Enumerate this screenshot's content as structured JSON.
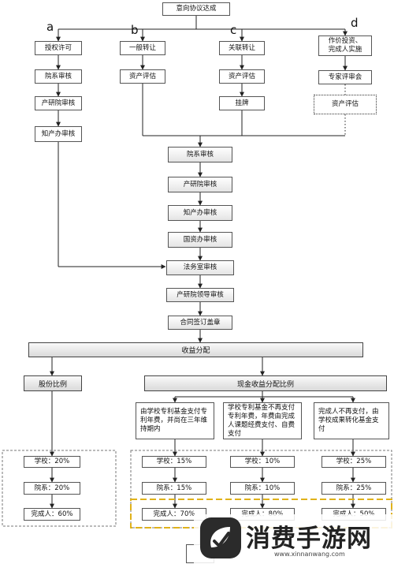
{
  "diagram": {
    "top": "意向协议达成",
    "letters": [
      "a",
      "b",
      "c",
      "d"
    ],
    "col_a": [
      "授权许可",
      "院系审核",
      "产研院审核",
      "知产办审核"
    ],
    "col_b": [
      "一般转让",
      "资产评估"
    ],
    "col_c": [
      "关联转让",
      "资产评估",
      "挂牌"
    ],
    "col_d": [
      "作价投资、\n完成人实施",
      "专家评审会",
      "资产评估"
    ],
    "center": [
      "院系审核",
      "产研院审核",
      "知产办审核",
      "国资办审核",
      "法务室审核",
      "产研院领导审核",
      "合同签订盖章"
    ],
    "distribution": "收益分配",
    "equity": "股份比例",
    "cash": "现金收益分配比例",
    "cash_desc": [
      "由学校专利基金支付专利年费，并尚在三年维持期内",
      "学校专利基金不再支付专利年费，年费由完成人课题经费支付、自费支付",
      "完成人不再支付，由学校成果转化基金支付"
    ],
    "equity_ratios": [
      "学校：20%",
      "院系：20%",
      "完成人：60%"
    ],
    "cash_ratios": [
      [
        "学校：15%",
        "院系：15%",
        "完成人：70%"
      ],
      [
        "学校：10%",
        "院系：10%",
        "完成人：80%"
      ],
      [
        "学校：25%",
        "院系：25%",
        "完成人：50%"
      ]
    ]
  },
  "watermark": {
    "logo_icon": "leaf-check-icon",
    "title": "消费手游网",
    "url": "www.xinnanwang.com"
  }
}
